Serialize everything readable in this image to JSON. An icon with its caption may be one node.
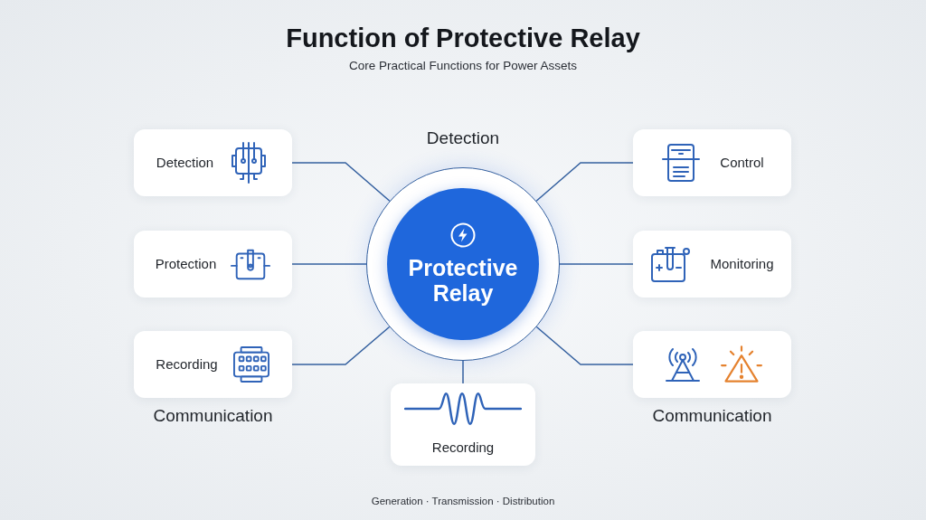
{
  "diagram": {
    "title": "Function of Protective Relay",
    "nodes": [
      {
        "text": [
          "Protective Relay"
        ],
        "beside": [
          "Detection"
        ]
      },
      {
        "text": [
          "Detection"
        ]
      },
      {
        "text": [
          "Protection"
        ]
      },
      {
        "text": [
          "Recording"
        ],
        "beside": [
          "Communication"
        ]
      },
      {
        "text": [
          "Control"
        ]
      },
      {
        "text": [
          "Monitoring"
        ]
      },
      {
        "text": [],
        "shape": "box",
        "beside": [
          "Communication"
        ]
      },
      {
        "text": [
          "Recording"
        ]
      }
    ],
    "edges": [
      {
        "from": 0,
        "to": 1,
        "arrow": "none"
      },
      {
        "from": 0,
        "to": 2,
        "arrow": "none"
      },
      {
        "from": 0,
        "to": 3,
        "arrow": "none"
      },
      {
        "from": 0,
        "to": 4,
        "arrow": "none"
      },
      {
        "from": 0,
        "to": 5,
        "arrow": "none"
      },
      {
        "from": 0,
        "to": 6,
        "arrow": "none"
      },
      {
        "from": 0,
        "to": 7,
        "arrow": "none"
      }
    ],
    "labels": [
      "Core Practical Functions for Power Assets",
      "Generation · Transmission · Distribution"
    ]
  }
}
